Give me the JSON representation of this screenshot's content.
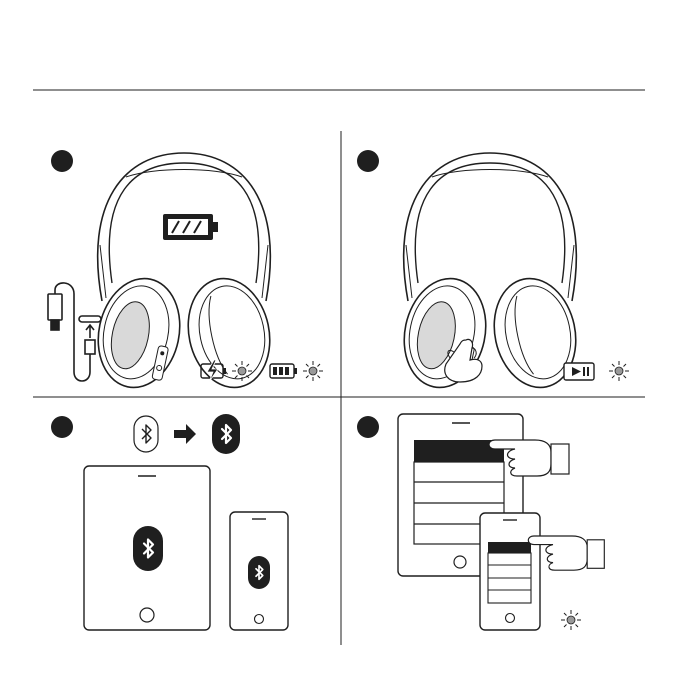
{
  "steps": [
    {
      "number": "",
      "content": "charge-headphones"
    },
    {
      "number": "",
      "content": "power-on-pairing"
    },
    {
      "number": "",
      "content": "enable-bluetooth"
    },
    {
      "number": "",
      "content": "select-device"
    }
  ],
  "icons": [
    "usb-cable-icon",
    "battery-full-icon",
    "charging-icon",
    "led-blink-icon",
    "battery-full-indicator-icon",
    "play-pause-button-icon",
    "bluetooth-icon",
    "finger-press-icon",
    "tablet-icon",
    "phone-icon",
    "pointing-hand-icon"
  ],
  "colors": {
    "ink": "#1f1f1f",
    "led": "#9a9a9a",
    "cushion": "#6d6d6d"
  }
}
